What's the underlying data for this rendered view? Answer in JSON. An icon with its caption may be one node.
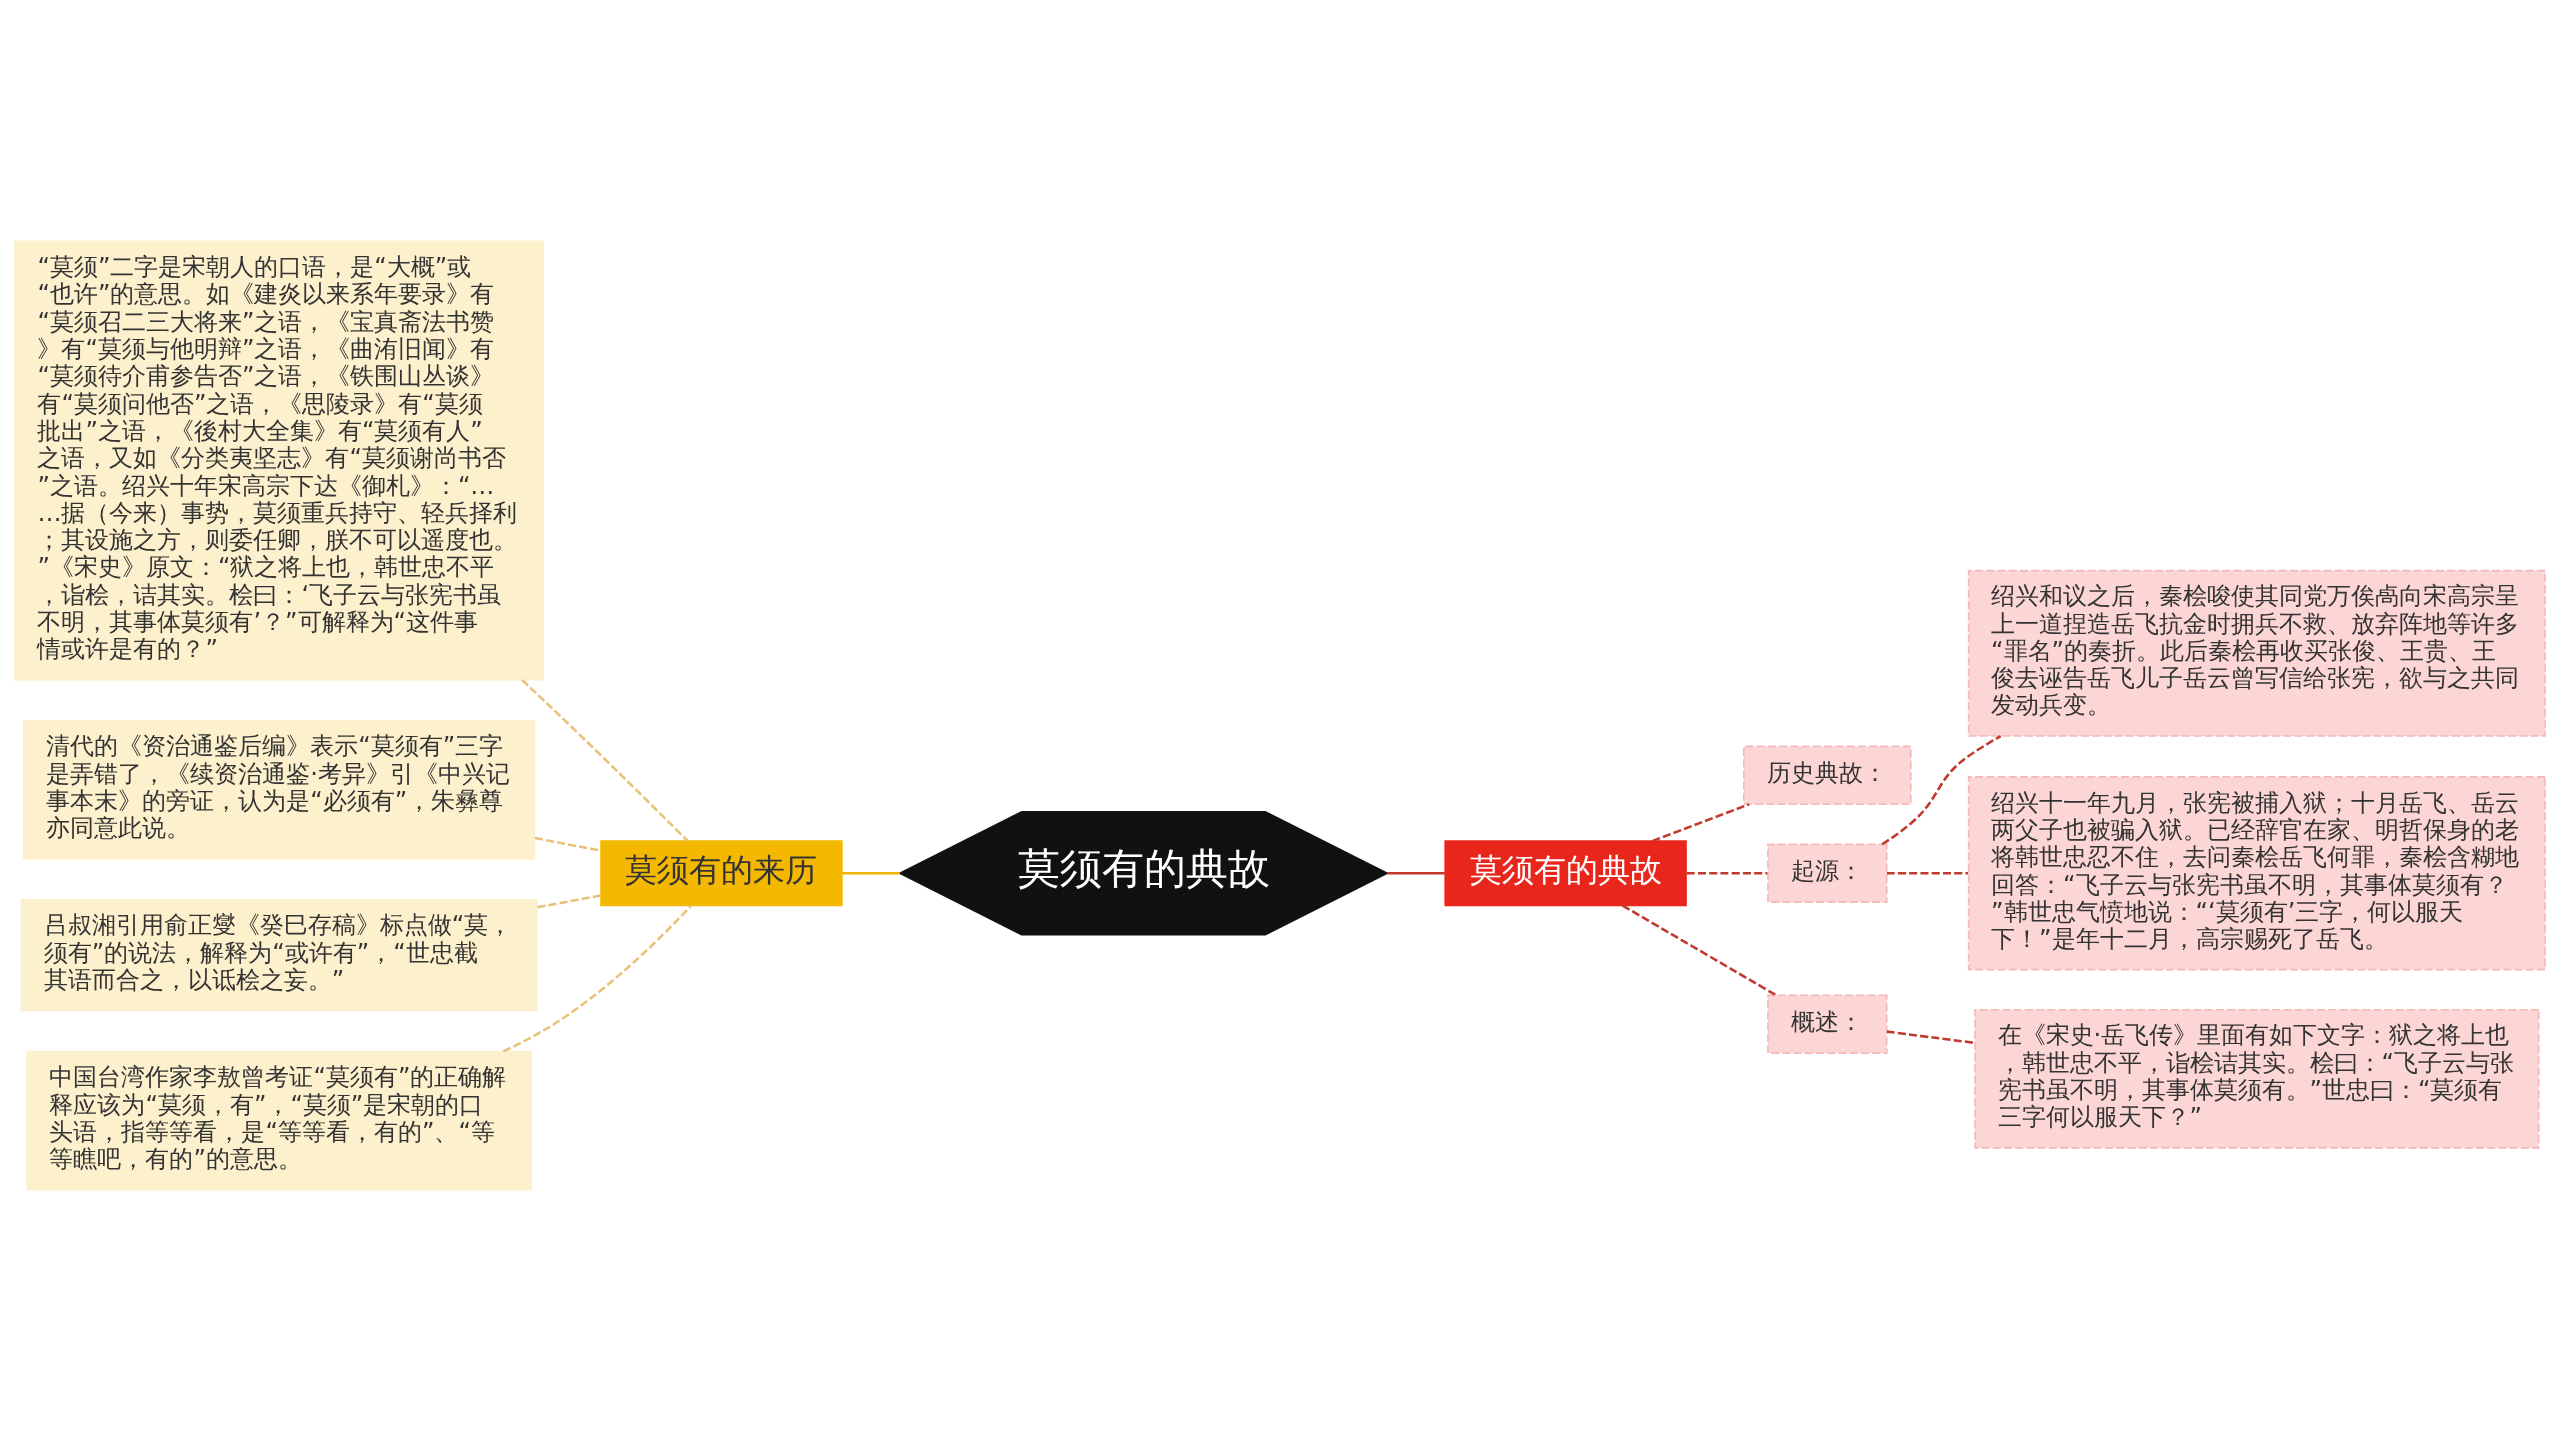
{
  "diagram": {
    "nodes": [
      {
        "text": [
          "莫须有的典故"
        ]
      },
      {
        "text": [
          "莫须有的来历"
        ]
      },
      {
        "text": [
          "“莫须”二字是宋朝人的口语，是“大概”或“也许”的意思。如《建炎以来系年要录》有“莫须召二三大将来”之语，《宝真斋法书赞》有“莫须与他明辩”之语，《曲洧旧闻》有“莫须待介甫参告否”之语，《铁围山丛谈》有“莫须问他否”之语，《思陵录》有“莫须批出”之语，《後村大全集》有“莫须有人”之语，又如《分类夷坚志》有“莫须谢尚书否”之语。绍兴十年宋高宗下达《御札》：“……据（今来）事势，莫须重兵持守、轻兵择利；其设施之方，则委任卿，朕不可以遥度也。”《宋史》原文：“狱之将上也，韩世忠不平，诣桧，诘其实。桧曰：‘飞子云与张宪书虽不明，其事体莫须有’？”可解释为“这件事情或许是有的？”"
        ]
      },
      {
        "text": [
          "清代的《资治通鉴后编》表示“莫须有”三字是弄错了，《续资治通鉴·考异》引《中兴记事本末》的旁证，认为是“必须有”，朱彝尊亦同意此说。"
        ]
      },
      {
        "text": [
          "吕叔湘引用俞正燮《癸巳存稿》标点做“莫，须有”的说法，解释为“或许有”，“世忠截其语而合之，以诋桧之妄。”"
        ]
      },
      {
        "text": [
          "中国台湾作家李敖曾考证“莫须有”的正确解释应该为“莫须，有”，“莫须”是宋朝的口头语，指等等看，是“等等看，有的”、“等等瞧吧，有的”的意思。"
        ]
      },
      {
        "text": [
          "莫须有的典故"
        ]
      },
      {
        "text": [
          "历史典故："
        ]
      },
      {
        "text": [
          "起源："
        ]
      },
      {
        "text": [
          "绍兴和议之后，秦桧唆使其同党万俟卨向宋高宗呈上一道捏造岳飞抗金时拥兵不救、放弃阵地等许多“罪名”的奏折。此后秦桧再收买张俊、王贵、王俊去诬告岳飞儿子岳云曾写信给张宪，欲与之共同发动兵变。"
        ]
      },
      {
        "text": [
          "绍兴十一年九月，张宪被捕入狱；十月岳飞、岳云两父子也被骗入狱。已经辞官在家、明哲保身的老将韩世忠忍不住，去问秦桧岳飞何罪，秦桧含糊地回答：“飞子云与张宪书虽不明，其事体莫须有？”韩世忠气愤地说：“‘莫须有’三字，何以服天下！”是年十二月，高宗赐死了岳飞。"
        ]
      },
      {
        "text": [
          "概述："
        ]
      },
      {
        "text": [
          "在《宋史·岳飞传》里面有如下文字：狱之将上也，韩世忠不平，诣桧诘其实。桧曰：“飞子云与张宪书虽不明，其事体莫须有。”世忠曰：“莫须有三字何以服天下？”"
        ]
      }
    ],
    "edges": [
      {
        "from": 0,
        "to": 1,
        "arrow": "none",
        "color": "#f0b400"
      },
      {
        "from": 0,
        "to": 6,
        "arrow": "none"
      },
      {
        "from": 1,
        "to": 2,
        "arrow": "none",
        "style": "dashed",
        "color": "#e8c27a"
      },
      {
        "from": 1,
        "to": 3,
        "arrow": "none",
        "style": "dashed",
        "color": "#e8c27a"
      },
      {
        "from": 1,
        "to": 4,
        "arrow": "none",
        "style": "dashed",
        "color": "#e8c27a"
      },
      {
        "from": 1,
        "to": 5,
        "arrow": "none",
        "style": "dashed",
        "color": "#e8c27a"
      },
      {
        "from": 6,
        "to": 7,
        "arrow": "none",
        "style": "dashed"
      },
      {
        "from": 6,
        "to": 8,
        "arrow": "none",
        "style": "dashed"
      },
      {
        "from": 6,
        "to": 11,
        "arrow": "none",
        "style": "dashed"
      },
      {
        "from": 8,
        "to": 9,
        "arrow": "none",
        "style": "dashed"
      },
      {
        "from": 8,
        "to": 10,
        "arrow": "none",
        "style": "dashed"
      },
      {
        "from": 11,
        "to": 12,
        "arrow": "none",
        "style": "dashed"
      }
    ]
  }
}
